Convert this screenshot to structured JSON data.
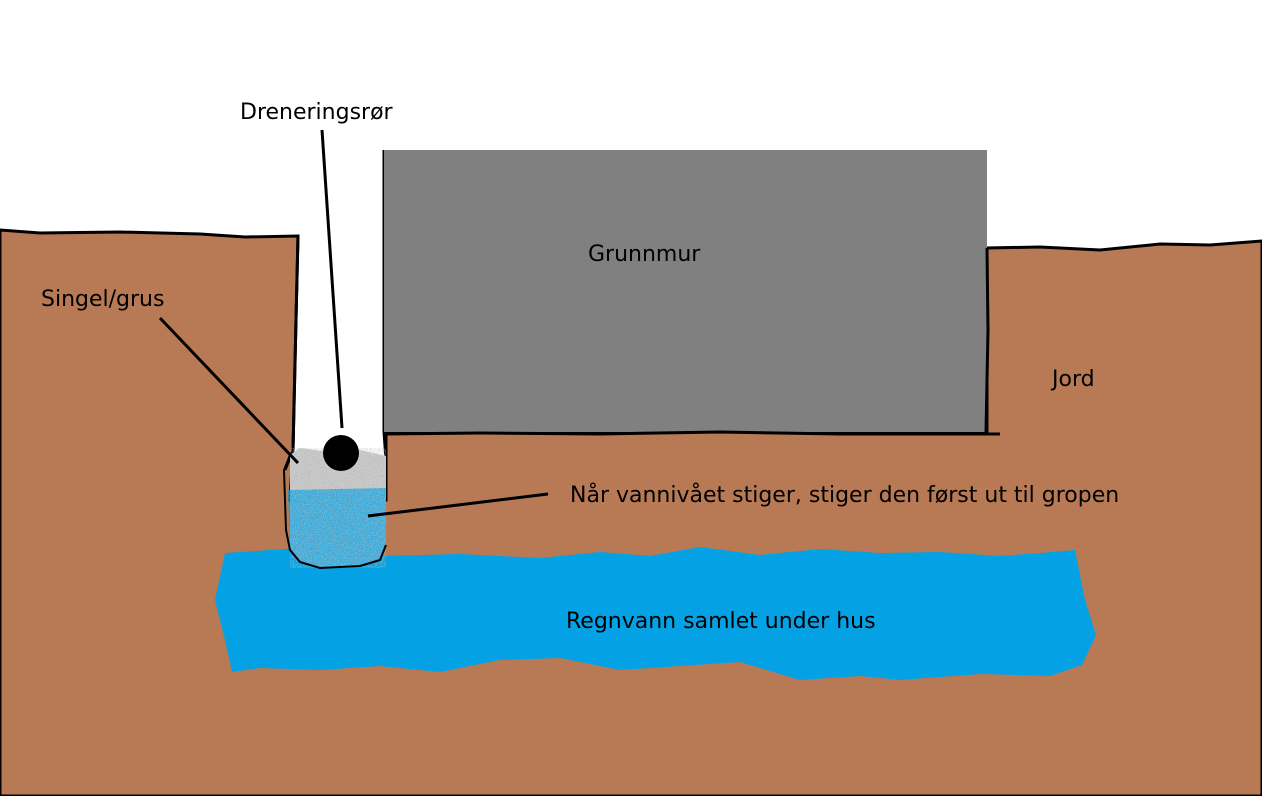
{
  "colors": {
    "soil": "#b77a55",
    "foundation": "#808080",
    "water": "#04a2e5",
    "gravel": "#c9c9c9",
    "outline": "#000000",
    "trench": "#ffffff"
  },
  "labels": {
    "pipe": "Dreneringsrør",
    "gravel": "Singel/grus",
    "foundation": "Grunnmur",
    "soil": "Jord",
    "rising_water": "Når vannivået stiger, stiger den først ut til gropen",
    "rainwater": "Regnvann samlet under hus"
  }
}
